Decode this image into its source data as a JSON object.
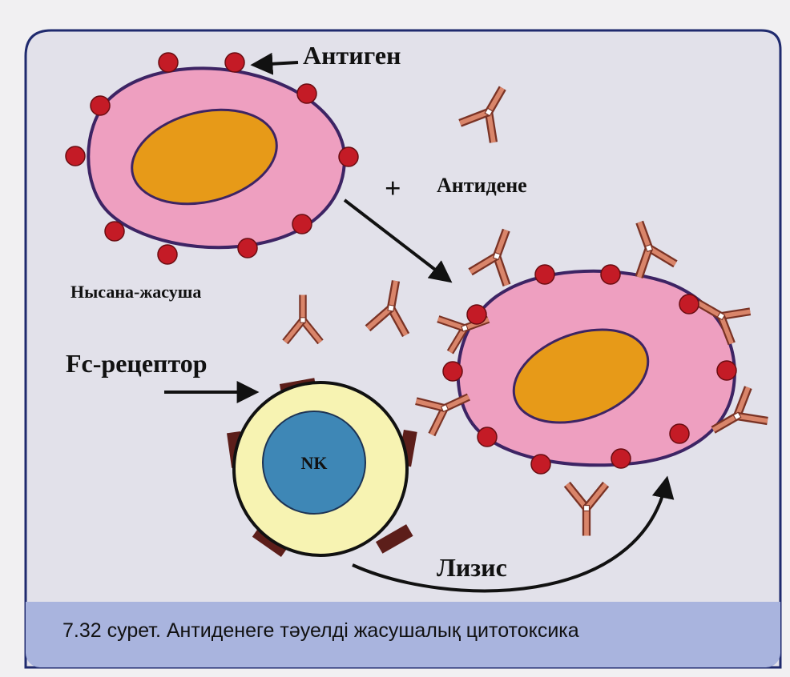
{
  "figure": {
    "labels": {
      "antigen": "Антиген",
      "antibody": "Антидене",
      "plus": "+",
      "target_cell": "Нысана-жасуша",
      "fc_receptor": "Fc-рецептор",
      "nk": "NK",
      "lysis": "Лизис"
    },
    "caption": "7.32 сурет. Антиденеге тәуелді жасушалық цитотоксика"
  },
  "colors": {
    "panel_bg": "#e2e1ea",
    "panel_border": "#1f2a6e",
    "caption_band": "#a9b4de",
    "cell_membrane": "#ee9fc0",
    "cell_outline": "#4a2a6a",
    "nucleus": "#e79a18",
    "antigen": "#c41b26",
    "antibody": "#c9785d",
    "nk_cytoplasm": "#f7f3b2",
    "nk_nucleus": "#3e87b6",
    "fc_receptor": "#5c1e1a"
  }
}
